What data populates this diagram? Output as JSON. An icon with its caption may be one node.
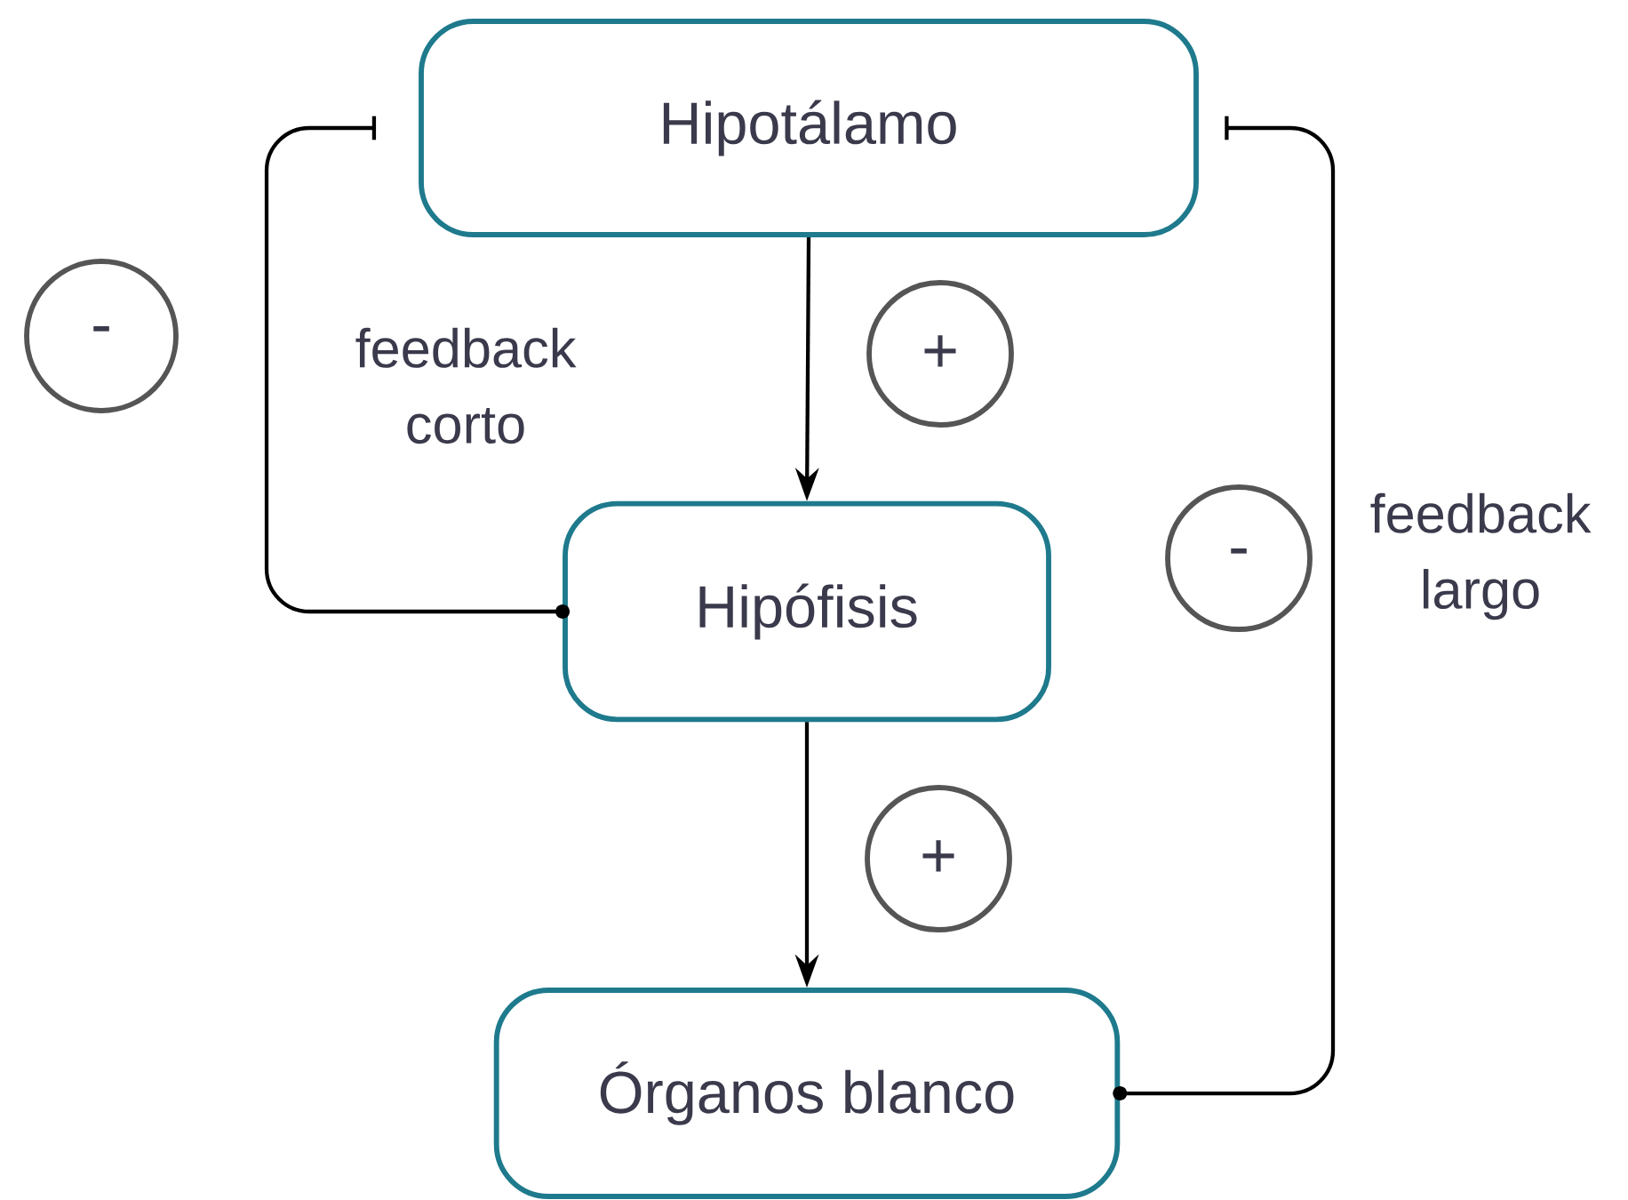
{
  "diagram": {
    "nodes": [
      {
        "text": [
          "Hipotálamo"
        ]
      },
      {
        "text": [
          "Hipófisis"
        ]
      },
      {
        "text": [
          "Órganos blanco"
        ]
      },
      {
        "text": [
          "-"
        ]
      },
      {
        "text": [
          "+"
        ]
      },
      {
        "text": [
          "-"
        ]
      },
      {
        "text": [
          "+"
        ]
      }
    ],
    "edges": [
      {
        "from": 0,
        "to": 1,
        "arrow": "to"
      },
      {
        "from": 1,
        "to": 2,
        "arrow": "to"
      },
      {
        "from": 1,
        "to": 0,
        "arrow": "other",
        "label": "feedback corto"
      },
      {
        "from": 2,
        "to": 0,
        "arrow": "other",
        "label": "feedback largo"
      }
    ]
  }
}
